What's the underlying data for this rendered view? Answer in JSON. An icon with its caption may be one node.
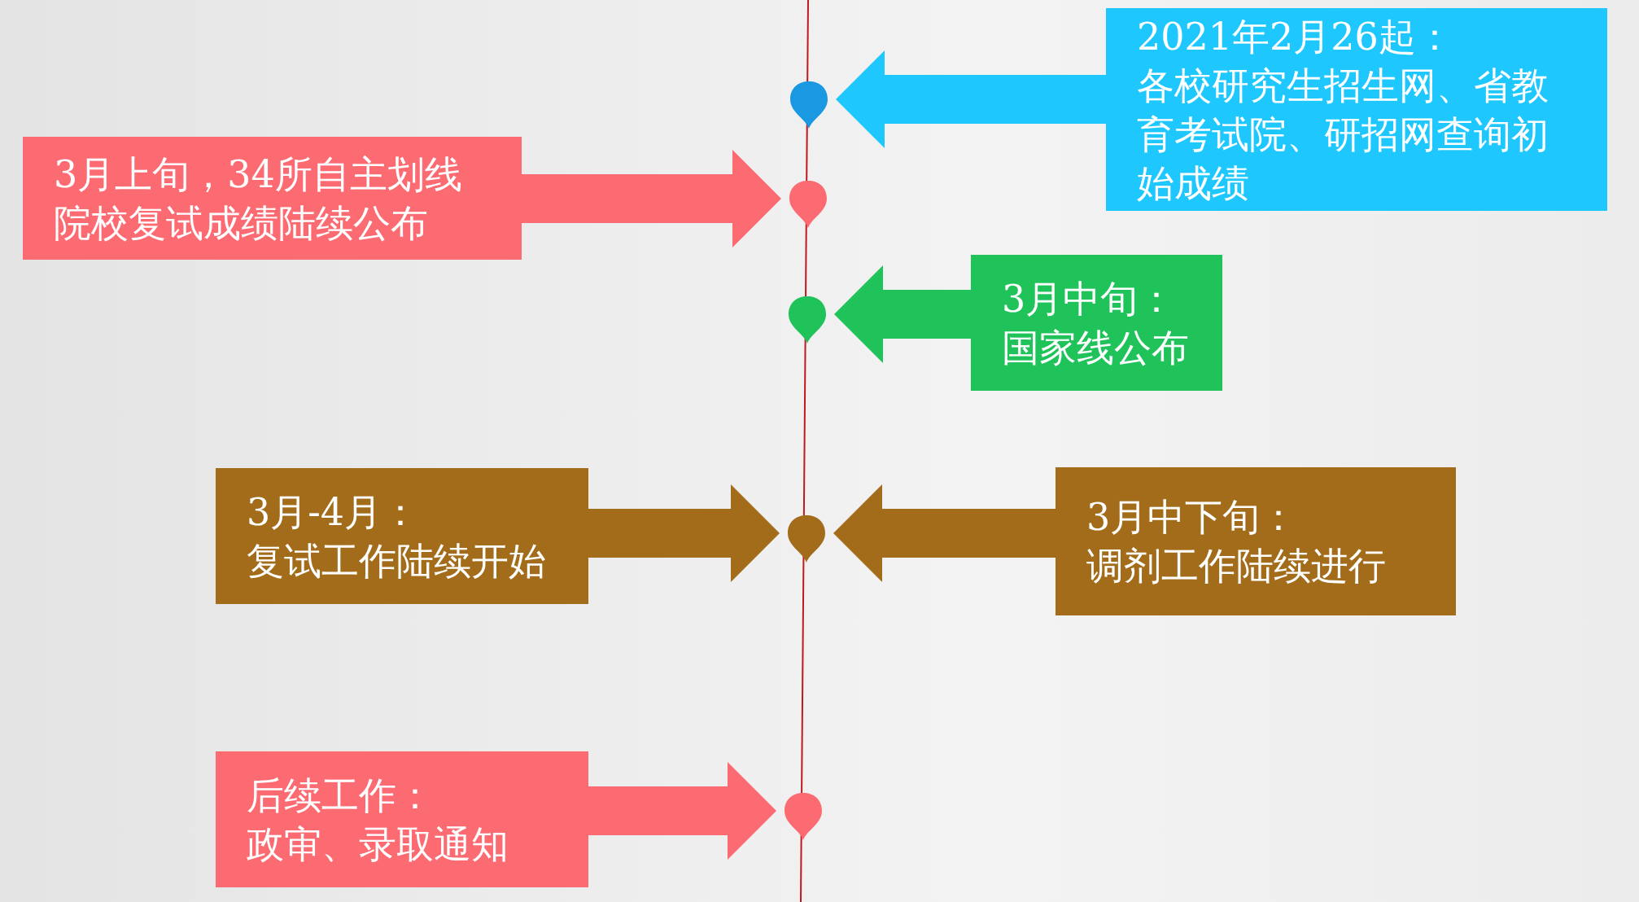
{
  "diagram": {
    "nodes": [
      {
        "text": [
          "2021年2月26起：",
          "各校研究生招生网、省教育考试院、研招网查询初始成绩"
        ]
      },
      {
        "text": [
          "3月上旬，34所自主划线院校复试成绩陆续公布"
        ]
      },
      {
        "text": [
          "3月中旬：",
          "国家线公布"
        ]
      },
      {
        "text": [
          "3月-4月：",
          "复试工作陆续开始"
        ]
      },
      {
        "text": [
          "3月中下旬：",
          "调剂工作陆续进行"
        ]
      },
      {
        "text": [
          "后续工作：",
          "政审、录取通知"
        ]
      },
      {
        "text": [],
        "shape": "pin"
      },
      {
        "text": [],
        "shape": "pin"
      },
      {
        "text": [],
        "shape": "pin"
      },
      {
        "text": [],
        "shape": "pin"
      },
      {
        "text": [],
        "shape": "pin"
      }
    ],
    "edges": [
      {
        "from": 0,
        "to": 6,
        "arrow": "to",
        "color": "#1ec8fe"
      },
      {
        "from": 1,
        "to": 7,
        "arrow": "to",
        "color": "#fd6b72"
      },
      {
        "from": 2,
        "to": 8,
        "arrow": "to",
        "color": "#1fc35a"
      },
      {
        "from": 3,
        "to": 9,
        "arrow": "to",
        "color": "#a26c1a"
      },
      {
        "from": 4,
        "to": 9,
        "arrow": "to",
        "color": "#a26c1a"
      },
      {
        "from": 5,
        "to": 10,
        "arrow": "to",
        "color": "#fd6b72"
      }
    ]
  }
}
